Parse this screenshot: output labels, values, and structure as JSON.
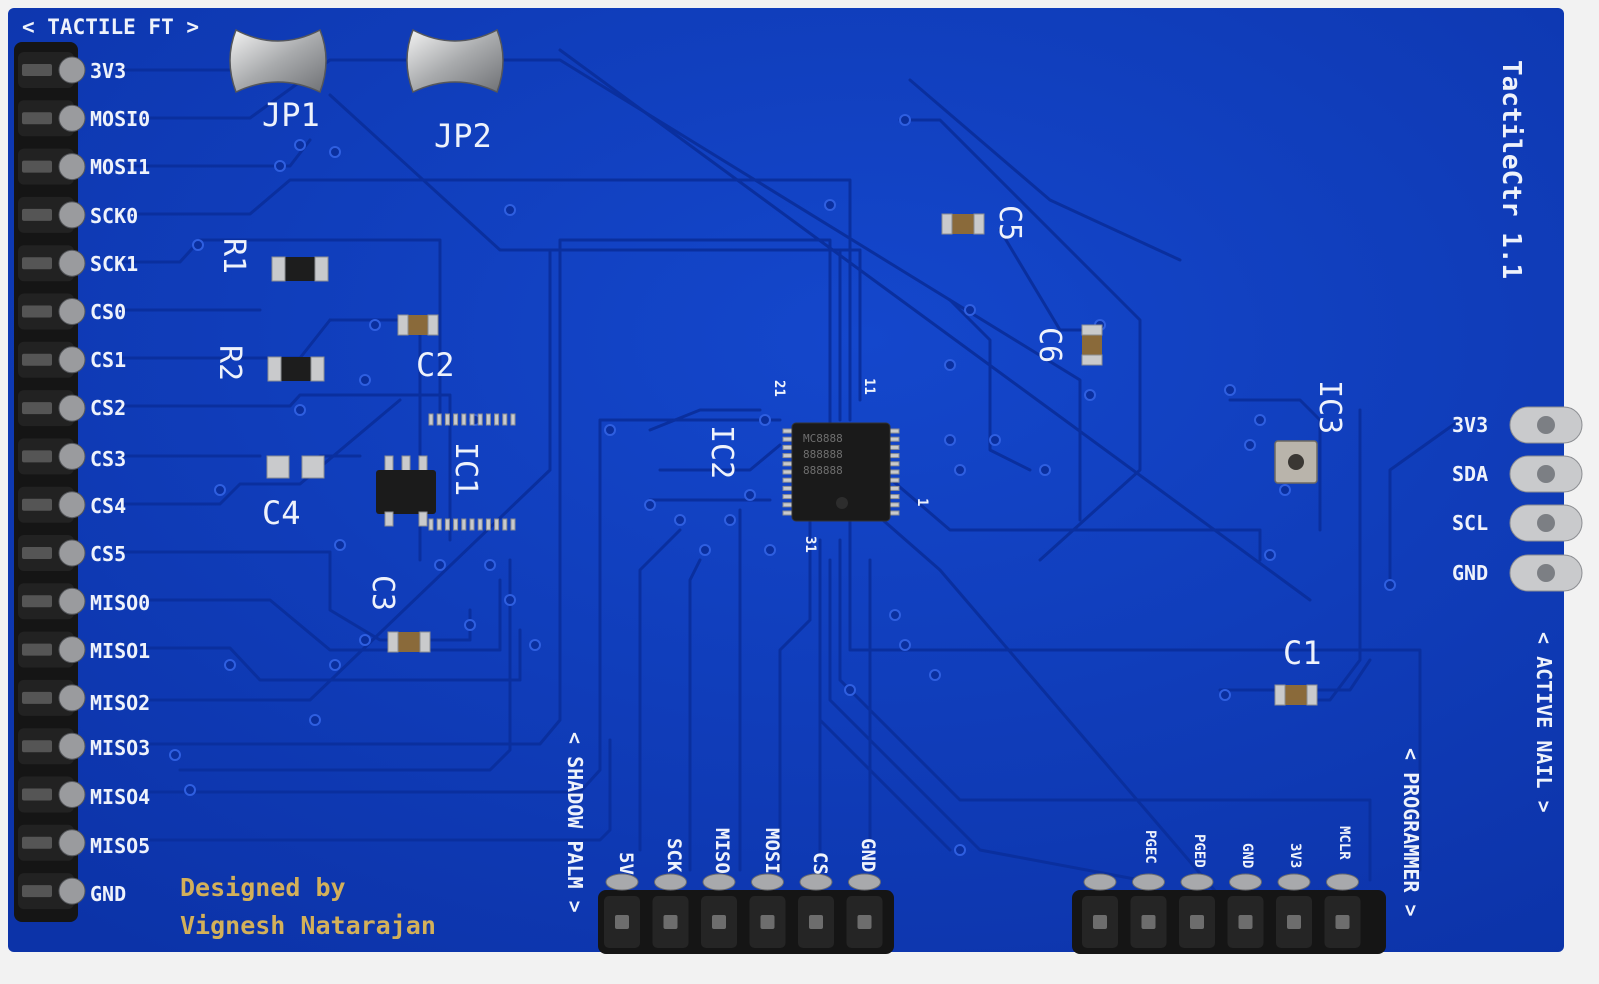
{
  "board": {
    "title": "TactileCtr 1.1",
    "credit_line1": "Designed by",
    "credit_line2": "Vignesh Natarajan",
    "colors": {
      "pcb": "#0f3fbf",
      "silkscreen": "#eef2fb",
      "credit": "#d3b05a",
      "copper_pad": "#c9cacc"
    }
  },
  "left_header": {
    "label": "< TACTILE FT >",
    "pins": [
      "3V3",
      "MOSI0",
      "MOSI1",
      "SCK0",
      "SCK1",
      "CS0",
      "CS1",
      "CS2",
      "CS3",
      "CS4",
      "CS5",
      "MISO0",
      "MISO1",
      "MISO2",
      "MISO3",
      "MISO4",
      "MISO5",
      "GND"
    ]
  },
  "right_pads": {
    "label": "< ACTIVE NAIL >",
    "pins": [
      "3V3",
      "SDA",
      "SCL",
      "GND"
    ]
  },
  "shadow_palm": {
    "label": "< SHADOW PALM >",
    "pins": [
      "5V",
      "SCK",
      "MISO",
      "MOSI",
      "CS",
      "GND"
    ]
  },
  "programmer": {
    "label": "< PROGRAMMER >",
    "pins": [
      "PGEC",
      "PGED",
      "GND",
      "3V3",
      "MCLR"
    ]
  },
  "designators": {
    "jp1": "JP1",
    "jp2": "JP2",
    "r1": "R1",
    "r2": "R2",
    "c1": "C1",
    "c2": "C2",
    "c3": "C3",
    "c4": "C4",
    "c5": "C5",
    "c6": "C6",
    "ic1": "IC1",
    "ic2": "IC2",
    "ic3": "IC3"
  },
  "ic2_pin_marks": {
    "p1": "1",
    "p11": "11",
    "p21": "21",
    "p31": "31"
  }
}
